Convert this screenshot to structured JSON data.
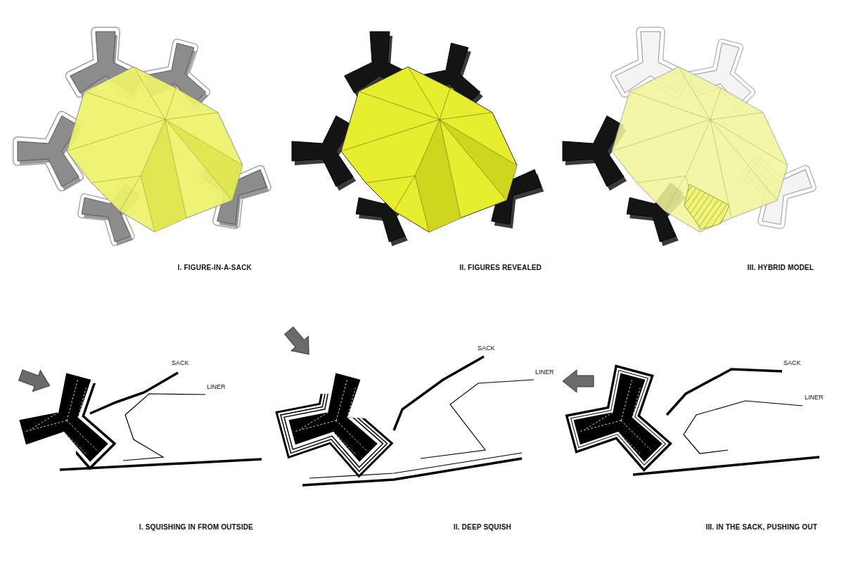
{
  "diagram": {
    "labels": [
      "I. FIGURE-IN-A-SACK",
      "II. FIGURES REVEALED",
      "III. HYBRID MODEL",
      "SACK",
      "LINER",
      "I. SQUISHING IN FROM OUTSIDE",
      "SACK",
      "LINER",
      "II. DEEP SQUISH",
      "SACK",
      "LINER",
      "III. IN THE SACK, PUSHING OUT"
    ]
  }
}
